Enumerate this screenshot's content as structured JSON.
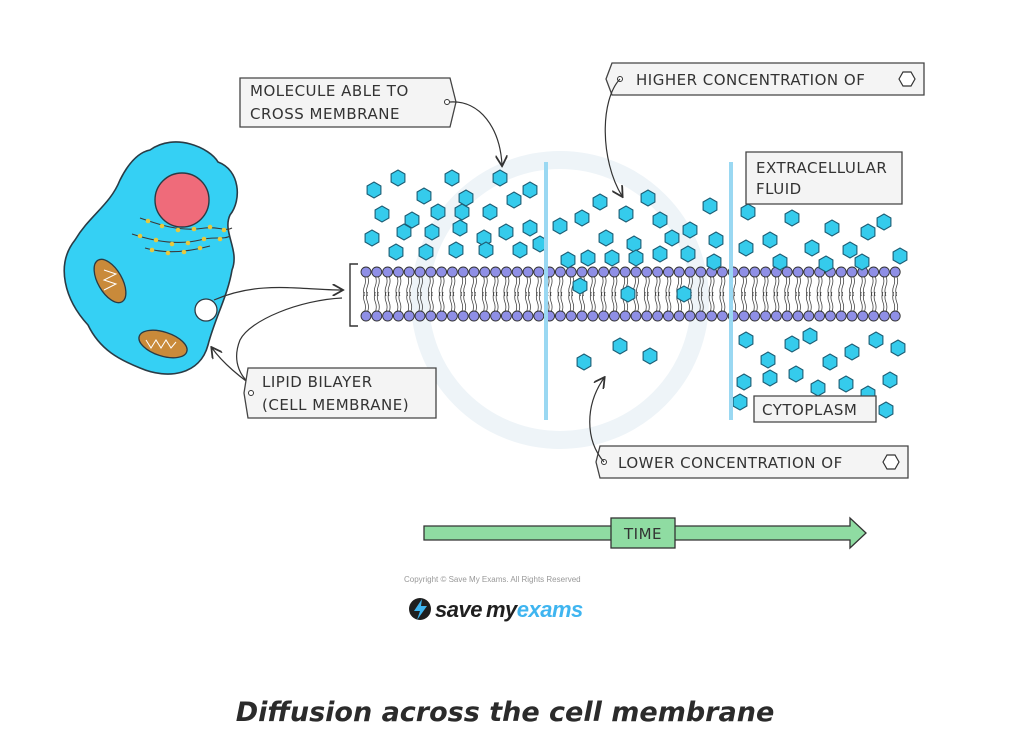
{
  "labels": {
    "molecule_line1": "MOLECULE  ABLE  TO",
    "molecule_line2": "CROSS  MEMBRANE",
    "higher": "HIGHER  CONCENTRATION  OF",
    "extracellular_line1": "EXTRACELLULAR",
    "extracellular_line2": "FLUID",
    "lipid_line1": "LIPID  BILAYER",
    "lipid_line2": "(CELL  MEMBRANE)",
    "cytoplasm": "CYTOPLASM",
    "lower": "LOWER  CONCENTRATION  OF",
    "time": "TIME"
  },
  "copyright": "Copyright © Save My Exams. All Rights Reserved",
  "logo": {
    "save": "save",
    "my": "my",
    "exams": "exams"
  },
  "caption": "Diffusion across the cell membrane",
  "colors": {
    "molecule": "#35cbec",
    "cell_body": "#35d0f4",
    "nucleus": "#ef6b7a",
    "lipid_head": "#8f8fe6",
    "time_arrow": "#8fdca2",
    "divider": "#9ad8f2",
    "mitochondria": "#c98a3a"
  },
  "icons": [
    "hexagon-icon",
    "lightning-bolt-icon"
  ]
}
